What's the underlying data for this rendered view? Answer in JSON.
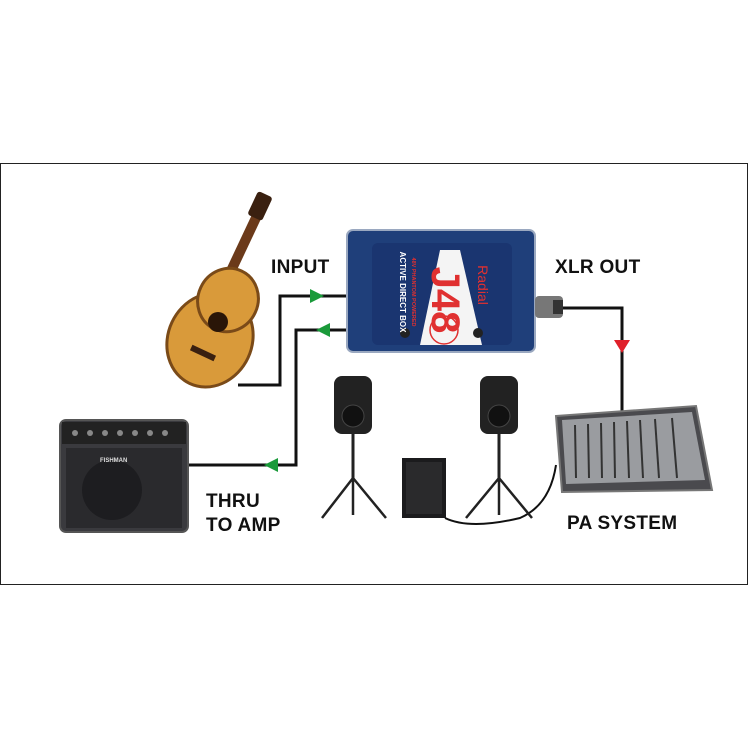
{
  "labels": {
    "input": "INPUT",
    "xlr_out": "XLR OUT",
    "thru_line1": "THRU",
    "thru_line2": "TO AMP",
    "pa_system": "PA SYSTEM"
  },
  "di_box": {
    "model": "J48",
    "subtitle": "ACTIVE DIRECT BOX",
    "tagline": "48V PHANTOM POWERED",
    "brand": "Radial"
  },
  "amp": {
    "brand": "FISHMAN"
  },
  "colors": {
    "cable": "#111111",
    "arrow_green": "#1a9a3a",
    "arrow_red": "#e0202a",
    "di_blue": "#1f3f7a",
    "di_red": "#e03030"
  }
}
